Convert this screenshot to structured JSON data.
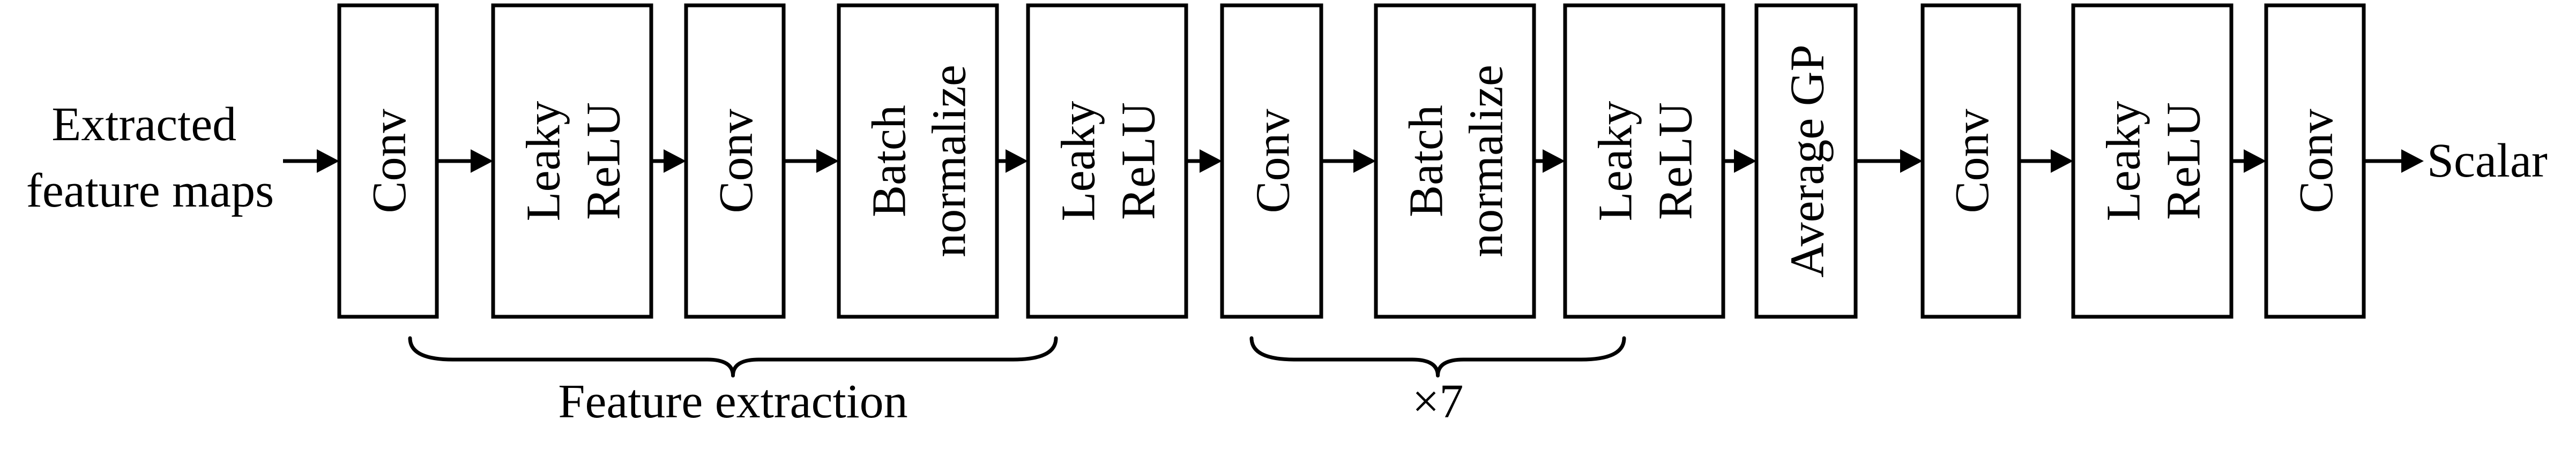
{
  "diagram": {
    "input_label": [
      "Extracted",
      "feature maps"
    ],
    "output_label": "Scalar",
    "blocks": [
      {
        "lines": [
          "Conv"
        ]
      },
      {
        "lines": [
          "Leaky",
          "ReLU"
        ]
      },
      {
        "lines": [
          "Conv"
        ]
      },
      {
        "lines": [
          "Batch",
          "normalize"
        ]
      },
      {
        "lines": [
          "Leaky",
          "ReLU"
        ]
      },
      {
        "lines": [
          "Conv"
        ]
      },
      {
        "lines": [
          "Batch",
          "normalize"
        ]
      },
      {
        "lines": [
          "Leaky",
          "ReLU"
        ]
      },
      {
        "lines": [
          "Average GP"
        ]
      },
      {
        "lines": [
          "Conv"
        ]
      },
      {
        "lines": [
          "Leaky",
          "ReLU"
        ]
      },
      {
        "lines": [
          "Conv"
        ]
      }
    ],
    "groups": [
      {
        "label": "Feature extraction",
        "from_block": 0,
        "to_block": 4
      },
      {
        "label": "×7",
        "from_block": 5,
        "to_block": 7
      }
    ]
  }
}
